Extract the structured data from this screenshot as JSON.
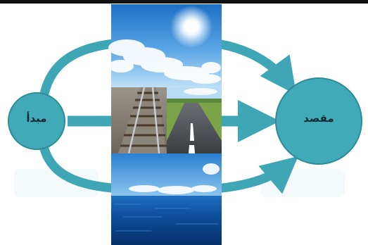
{
  "diagram": {
    "origin_label": "مبدأ",
    "destination_label": "مقصد",
    "colors": {
      "node_fill": "#40aab8",
      "node_stroke": "#2e8b98",
      "arrow": "#3ea6b4"
    },
    "media_panels": [
      {
        "name": "sky-sun-photo"
      },
      {
        "name": "rail-and-road-photo"
      },
      {
        "name": "sea-photo"
      }
    ]
  }
}
